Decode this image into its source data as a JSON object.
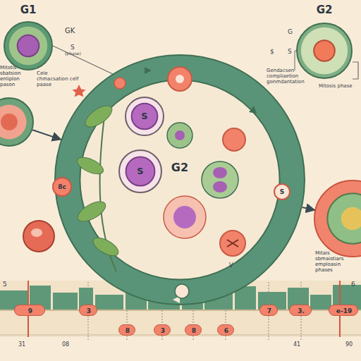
{
  "diagram": {
    "nodes": [
      {
        "text": [
          "G1"
        ]
      },
      {
        "text": [
          "G2"
        ]
      },
      {
        "text": [
          "Mitotis sbatsion enliplon pason"
        ]
      },
      {
        "text": [
          "G2"
        ]
      },
      {
        "text": [
          "S"
        ],
        "in": 3
      },
      {
        "text": [
          "S"
        ],
        "in": 3
      },
      {
        "text": [
          "8c"
        ],
        "in": 3
      },
      {
        "text": [
          "S"
        ],
        "in": 3
      },
      {
        "text": [
          "Mitais sbmaistiars emploasin phases"
        ]
      },
      {
        "text": [
          "9"
        ]
      },
      {
        "text": [
          "3"
        ]
      },
      {
        "text": [
          "7"
        ]
      },
      {
        "text": [
          "3."
        ]
      },
      {
        "text": [
          "e-19"
        ]
      },
      {
        "text": [
          "8"
        ]
      },
      {
        "text": [
          "3"
        ]
      },
      {
        "text": [
          "8"
        ]
      },
      {
        "text": [
          "6"
        ]
      }
    ],
    "edges": [
      {
        "from": 2,
        "to": 3,
        "arrow": "to"
      },
      {
        "from": 3,
        "to": 8,
        "arrow": "to"
      }
    ],
    "labels": [
      "GK",
      "S",
      "(phase)",
      "Cele chmacsation celf paase",
      "G",
      "$",
      "S",
      "Gendacsen compliaetion gonmdantation",
      "Mitosis phase",
      "5",
      "6",
      "31",
      "08",
      "41",
      "90",
      "V"
    ]
  }
}
